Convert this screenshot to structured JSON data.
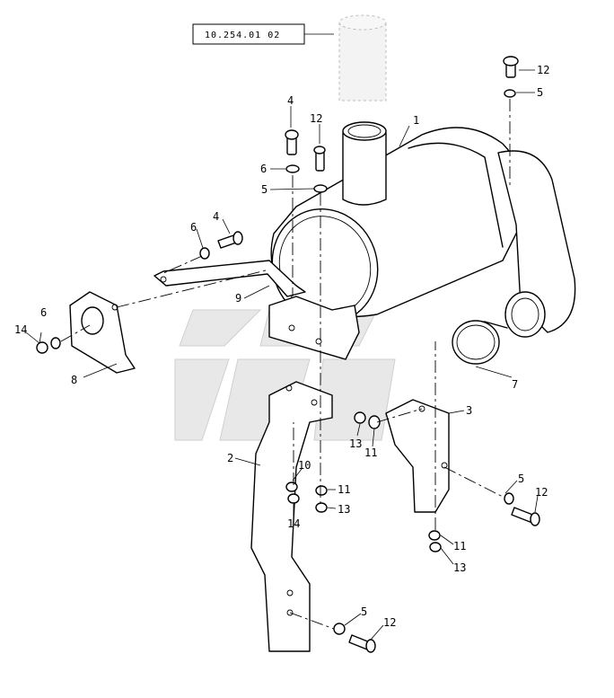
{
  "reference_box": {
    "text": "10.254.01 02"
  },
  "callouts": [
    {
      "id": "c1",
      "label": "1"
    },
    {
      "id": "c2",
      "label": "2"
    },
    {
      "id": "c3",
      "label": "3"
    },
    {
      "id": "c4a",
      "label": "4"
    },
    {
      "id": "c4b",
      "label": "4"
    },
    {
      "id": "c5a",
      "label": "5"
    },
    {
      "id": "c5b",
      "label": "5"
    },
    {
      "id": "c5c",
      "label": "5"
    },
    {
      "id": "c5d",
      "label": "5"
    },
    {
      "id": "c6a",
      "label": "6"
    },
    {
      "id": "c6b",
      "label": "6"
    },
    {
      "id": "c6c",
      "label": "6"
    },
    {
      "id": "c7",
      "label": "7"
    },
    {
      "id": "c8",
      "label": "8"
    },
    {
      "id": "c9",
      "label": "9"
    },
    {
      "id": "c10",
      "label": "10"
    },
    {
      "id": "c11a",
      "label": "11"
    },
    {
      "id": "c11b",
      "label": "11"
    },
    {
      "id": "c11c",
      "label": "11"
    },
    {
      "id": "c12a",
      "label": "12"
    },
    {
      "id": "c12b",
      "label": "12"
    },
    {
      "id": "c12c",
      "label": "12"
    },
    {
      "id": "c12d",
      "label": "12"
    },
    {
      "id": "c13a",
      "label": "13"
    },
    {
      "id": "c13b",
      "label": "13"
    },
    {
      "id": "c13c",
      "label": "13"
    },
    {
      "id": "c14a",
      "label": "14"
    },
    {
      "id": "c14b",
      "label": "14"
    }
  ]
}
